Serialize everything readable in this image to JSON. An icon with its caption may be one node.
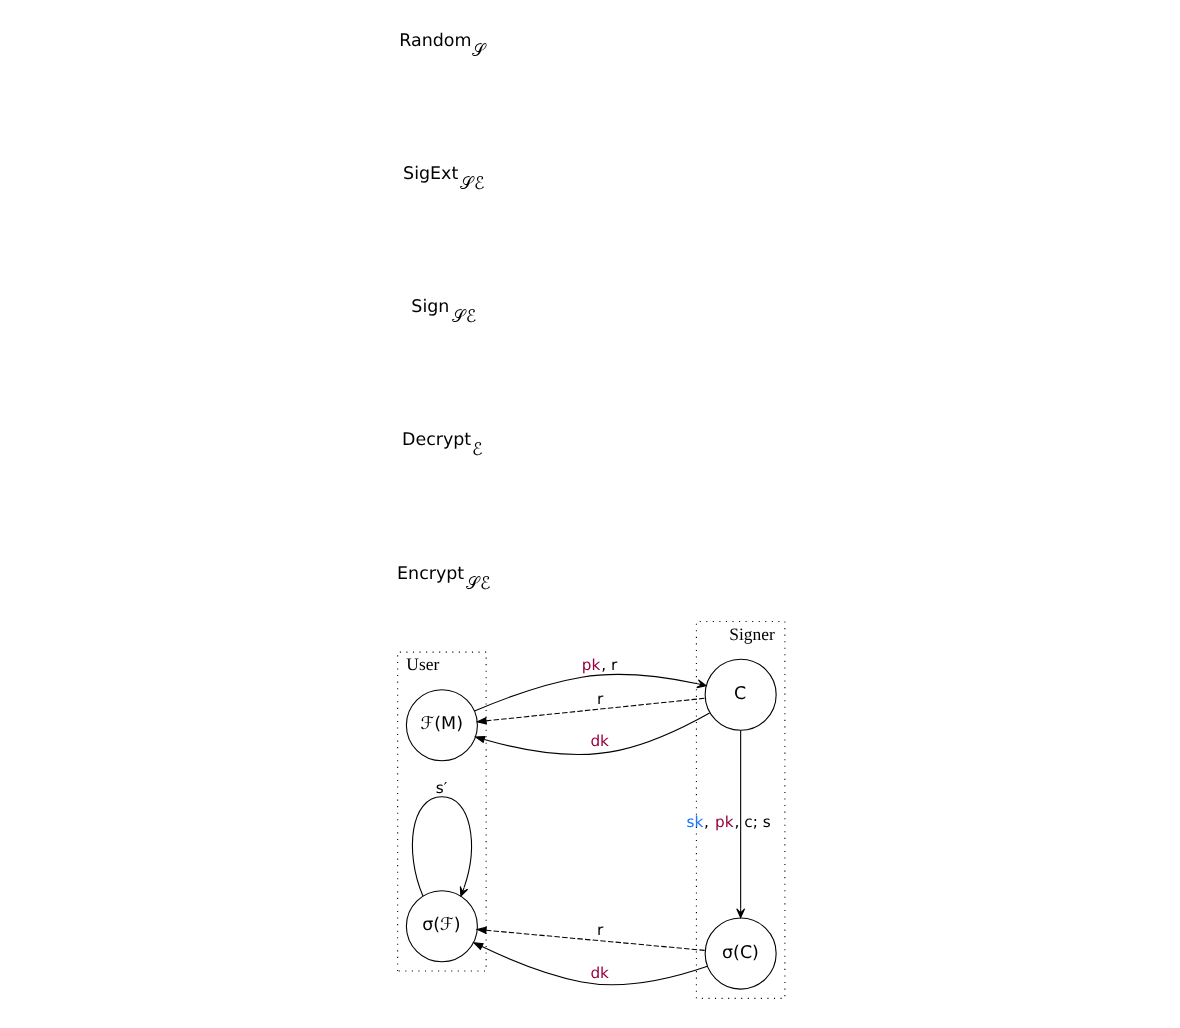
{
  "diagram": {
    "nodes": [
      {
        "text": [
          "User"
        ]
      },
      {
        "text": [
          "Signer"
        ]
      },
      {
        "text": [
          "ℱ(M)"
        ],
        "in": 0
      },
      {
        "text": [
          "C"
        ],
        "in": 1
      },
      {
        "text": [
          "σ(ℱ)"
        ],
        "in": 0
      },
      {
        "text": [
          "σ(C)"
        ],
        "in": 1
      }
    ],
    "edges": [
      {
        "from": 2,
        "to": 3,
        "arrow": "to",
        "label": "pk, r"
      },
      {
        "from": 3,
        "to": 2,
        "arrow": "to",
        "label": "r",
        "style": "dashed"
      },
      {
        "from": 3,
        "to": 2,
        "arrow": "to",
        "label": "dk"
      },
      {
        "from": 3,
        "to": 5,
        "arrow": "to",
        "label": "sk, pk, c; s"
      },
      {
        "from": 5,
        "to": 4,
        "arrow": "to",
        "label": "r",
        "style": "dashed"
      },
      {
        "from": 5,
        "to": 4,
        "arrow": "to",
        "label": "dk"
      },
      {
        "from": 4,
        "to": 4,
        "arrow": "to",
        "label": "s′"
      }
    ],
    "labels": [
      "Encrypt$_{𝒮ℰ}$",
      "Decrypt$_{ℰ}$",
      "Sign$_{𝒮ℰ}$",
      "SigExt$_{𝒮ℰ}$",
      "Random$_{𝒮}$"
    ]
  }
}
